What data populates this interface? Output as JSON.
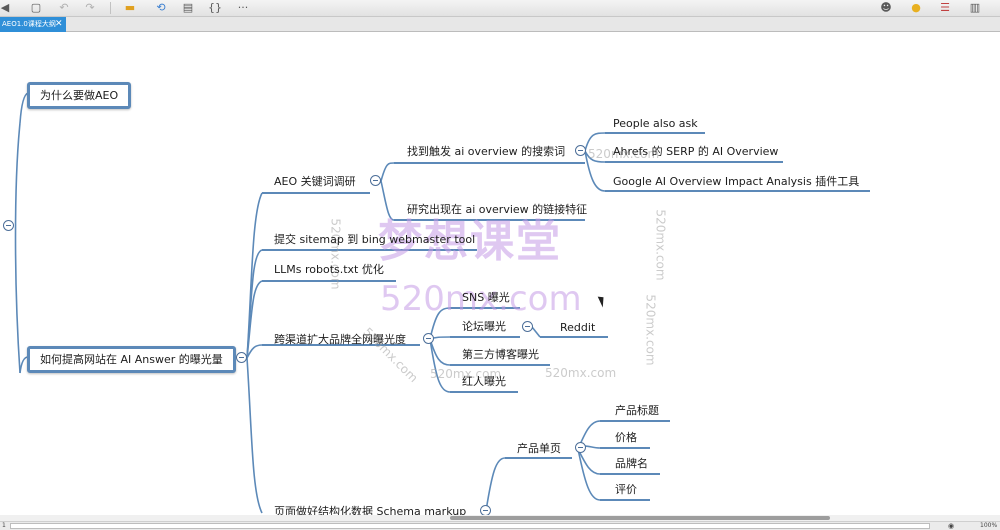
{
  "tab": {
    "title": "AEO1.0课程大纲",
    "close": "✕"
  },
  "toolbar": {
    "more": "···"
  },
  "mindmap": {
    "why": "为什么要做AEO",
    "how": "如何提高网站在 AI Answer 的曝光量",
    "keyword_research": "AEO 关键词调研",
    "find_trigger": "找到触发 ai overview 的搜索词",
    "people_also_ask": "People also ask",
    "ahrefs": "Ahrefs 的 SERP 的 AI Overview",
    "google_plugin": "Google AI Overview Impact Analysis 插件工具",
    "link_features": "研究出现在 ai overview 的链接特征",
    "submit_sitemap": "提交 sitemap 到 bing webmaster tool",
    "llms_robots": "LLMs robots.txt 优化",
    "cross_channel": "跨渠道扩大品牌全网曝光度",
    "sns": "SNS 曝光",
    "forum": "论坛曝光",
    "reddit": "Reddit",
    "third_blog": "第三方博客曝光",
    "influencer": "红人曝光",
    "schema": "页面做好结构化数据 Schema markup",
    "product_page": "产品单页",
    "product_title": "产品标题",
    "price": "价格",
    "brand": "品牌名",
    "review": "评价"
  },
  "watermark": {
    "brand_cn": "梦想课堂",
    "brand_domain": "520mx.com",
    "small": "520mx.com"
  },
  "status": {
    "left": "1",
    "zoom": "100%"
  },
  "colors": {
    "link": "#5c89b8",
    "underline": "#5c89b8",
    "tab": "#2f8fd8",
    "watermark": "#c49ae6"
  }
}
